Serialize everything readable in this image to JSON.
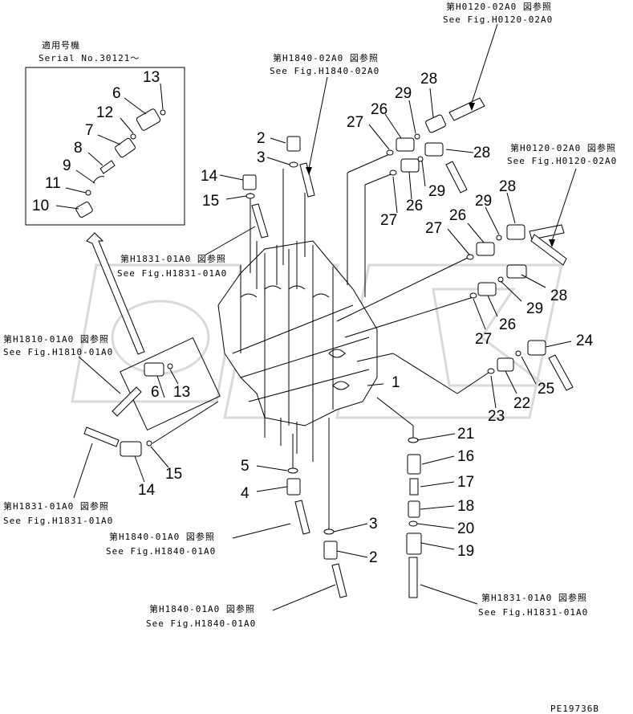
{
  "inset": {
    "title_jp": "適用号機",
    "serial": "Serial No.30121～"
  },
  "refs": {
    "h0120_top_jp": "第H0120-02A0 図参照",
    "h0120_top_en": "See Fig.H0120-02A0",
    "h1840_02_jp": "第H1840-02A0 図参照",
    "h1840_02_en": "See Fig.H1840-02A0",
    "h0120_right_jp": "第H0120-02A0 図参照",
    "h0120_right_en": "See Fig.H0120-02A0",
    "h1831_upper_jp": "第H1831-01A0 図参照",
    "h1831_upper_en": "See Fig.H1831-01A0",
    "h1810_jp": "第H1810-01A0 図参照",
    "h1810_en": "See Fig.H1810-01A0",
    "h1831_left_jp": "第H1831-01A0 図参照",
    "h1831_left_en": "See Fig.H1831-01A0",
    "h1840_01_mid_jp": "第H1840-01A0 図参照",
    "h1840_01_mid_en": "See Fig.H1840-01A0",
    "h1840_01_bot_jp": "第H1840-01A0 図参照",
    "h1840_01_bot_en": "See Fig.H1840-01A0",
    "h1831_right_jp": "第H1831-01A0 図参照",
    "h1831_right_en": "See Fig.H1831-01A0"
  },
  "labels": {
    "n1": "1",
    "n2a": "2",
    "n2b": "2",
    "n3a": "3",
    "n3b": "3",
    "n4": "4",
    "n5": "5",
    "n6a": "6",
    "n6b": "6",
    "n7": "7",
    "n8": "8",
    "n9": "9",
    "n10": "10",
    "n11": "11",
    "n12": "12",
    "n13a": "13",
    "n13b": "13",
    "n14a": "14",
    "n14b": "14",
    "n15a": "15",
    "n15b": "15",
    "n16": "16",
    "n17": "17",
    "n18": "18",
    "n19": "19",
    "n20": "20",
    "n21": "21",
    "n22": "22",
    "n23": "23",
    "n24": "24",
    "n25": "25",
    "n26a": "26",
    "n26b": "26",
    "n26c": "26",
    "n26d": "26",
    "n27a": "27",
    "n27b": "27",
    "n27c": "27",
    "n27d": "27",
    "n28a": "28",
    "n28b": "28",
    "n28c": "28",
    "n28d": "28",
    "n29a": "29",
    "n29b": "29",
    "n29c": "29",
    "n29d": "29"
  },
  "drawing_code": "PE19736B"
}
